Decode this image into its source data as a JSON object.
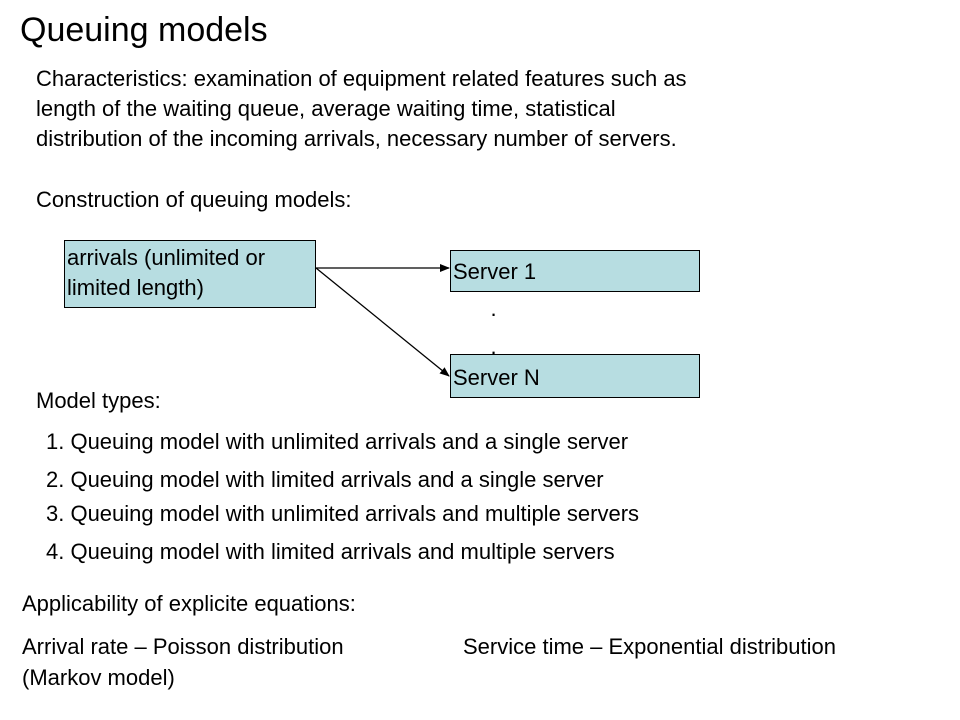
{
  "title": "Queuing models",
  "characteristics": [
    "Characteristics: examination of equipment related features such as",
    "length of the waiting queue, average waiting time, statistical",
    "distribution of the incoming arrivals, necessary number of servers."
  ],
  "construction_heading": "Construction of queuing models:",
  "diagram": {
    "arrivals_lines": [
      "arrivals (unlimited or",
      "limited length)"
    ],
    "server1": "Server 1",
    "serverN": "Server N",
    "dots": ". . ."
  },
  "model_types_heading": "Model types:",
  "model_types": [
    "1. Queuing model with unlimited arrivals and a single server",
    "2. Queuing model with limited arrivals and a single server",
    "3. Queuing model with unlimited arrivals and multiple servers",
    "4. Queuing model with limited arrivals and multiple servers"
  ],
  "applicability_heading": "Applicability of explicite equations:",
  "arrival_rate_lines": [
    "Arrival rate – Poisson distribution",
    "(Markov model)"
  ],
  "service_time": "Service time – Exponential distribution"
}
